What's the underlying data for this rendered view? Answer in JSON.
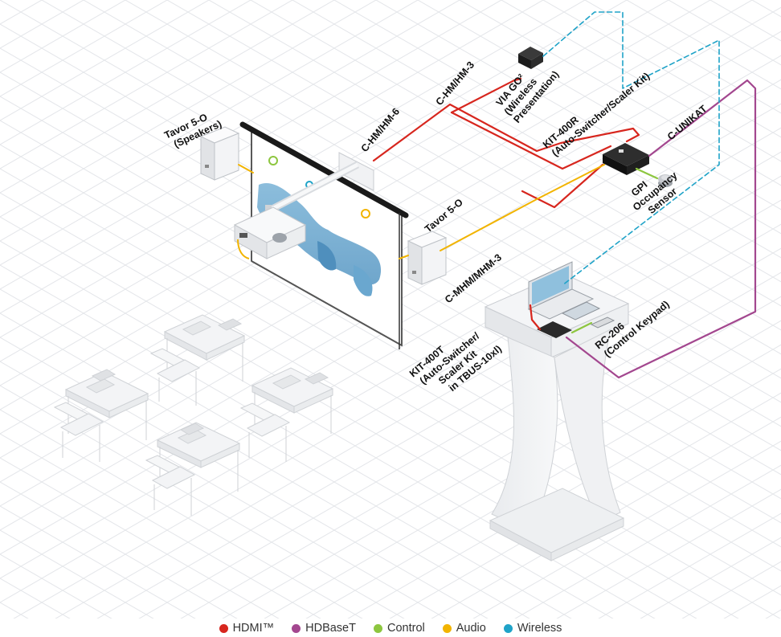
{
  "colors": {
    "hdmi": "#d7261e",
    "hdbaset": "#a3478f",
    "control": "#8dc63f",
    "audio": "#f2b400",
    "wireless": "#1fa3c8"
  },
  "labels": {
    "tavor_speakers": [
      "Tavor 5-O",
      "(Speakers)"
    ],
    "tavor_right": [
      "Tavor 5-O"
    ],
    "c_hm_hm_6": [
      "C-HM/HM-6"
    ],
    "c_hm_hm_3": [
      "C-HM/HM-3"
    ],
    "via_go": [
      "VIA GO²",
      "(Wireless",
      "Presentation)"
    ],
    "kit_400r": [
      "KIT-400R",
      "(Auto-Switcher/Scaler Kit)"
    ],
    "c_unikat": [
      "C-UNIKAT"
    ],
    "gpi": [
      "GPI",
      "Occupancy",
      "Sensor"
    ],
    "c_mhm_mhm_3": [
      "C-MHM/MHM-3"
    ],
    "rc_206": [
      "RC-206",
      "(Control Keypad)"
    ],
    "kit_400t": [
      "KIT-400T",
      "(Auto-Switcher/",
      "Scaler Kit",
      "in TBUS-10xl)"
    ]
  },
  "legend": [
    {
      "label": "HDMI™",
      "color": "#d7261e"
    },
    {
      "label": "HDBaseT",
      "color": "#a3478f"
    },
    {
      "label": "Control",
      "color": "#8dc63f"
    },
    {
      "label": "Audio",
      "color": "#f2b400"
    },
    {
      "label": "Wireless",
      "color": "#1fa3c8"
    }
  ]
}
